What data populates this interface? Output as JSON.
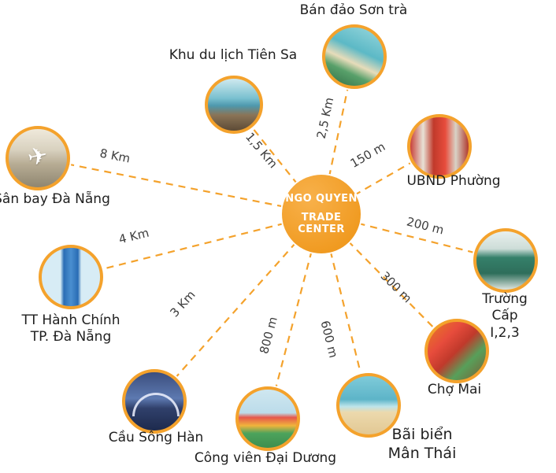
{
  "colors": {
    "accent": "#F4A22C",
    "label_text": "#1f1f1f",
    "distance_text": "#3d3d3d"
  },
  "center": {
    "line1": "NGO QUYEN",
    "line2": "TRADE CENTER"
  },
  "nodes": [
    {
      "id": "son-tra",
      "label": "Bán đảo Sơn trà",
      "distance": "2,5 Km",
      "photo": "son-tra-peninsula-photo"
    },
    {
      "id": "tien-sa",
      "label": "Khu du lịch Tiên Sa",
      "distance": "1,5 Km",
      "photo": "tien-sa-beach-photo"
    },
    {
      "id": "ubnd-phuong",
      "label": "UBND Phường",
      "distance": "150 m",
      "photo": "ward-peoples-committee-photo"
    },
    {
      "id": "san-bay",
      "label": "Sân bay Đà Nẵng",
      "distance": "8 Km",
      "photo": "danang-airport-photo"
    },
    {
      "id": "truong-cap",
      "label": "Trường Cấp I,2,3",
      "distance": "200 m",
      "photo": "school-classroom-photo"
    },
    {
      "id": "tt-hanh-chinh",
      "label": "TT Hành Chính\nTP. Đà Nẵng",
      "distance": "4 Km",
      "photo": "admin-center-tower-photo"
    },
    {
      "id": "cho-mai",
      "label": "Chợ Mai",
      "distance": "300 m",
      "photo": "mai-market-photo"
    },
    {
      "id": "cau-song-han",
      "label": "Cầu Sông Hàn",
      "distance": "3 Km",
      "photo": "han-river-bridge-photo"
    },
    {
      "id": "cong-vien",
      "label": "Công viên Đại Dương",
      "distance": "800 m",
      "photo": "ocean-park-playground-photo"
    },
    {
      "id": "bai-bien",
      "label": "Bãi biển\nMân Thái",
      "distance": "600 m",
      "photo": "man-thai-beach-photo"
    }
  ]
}
